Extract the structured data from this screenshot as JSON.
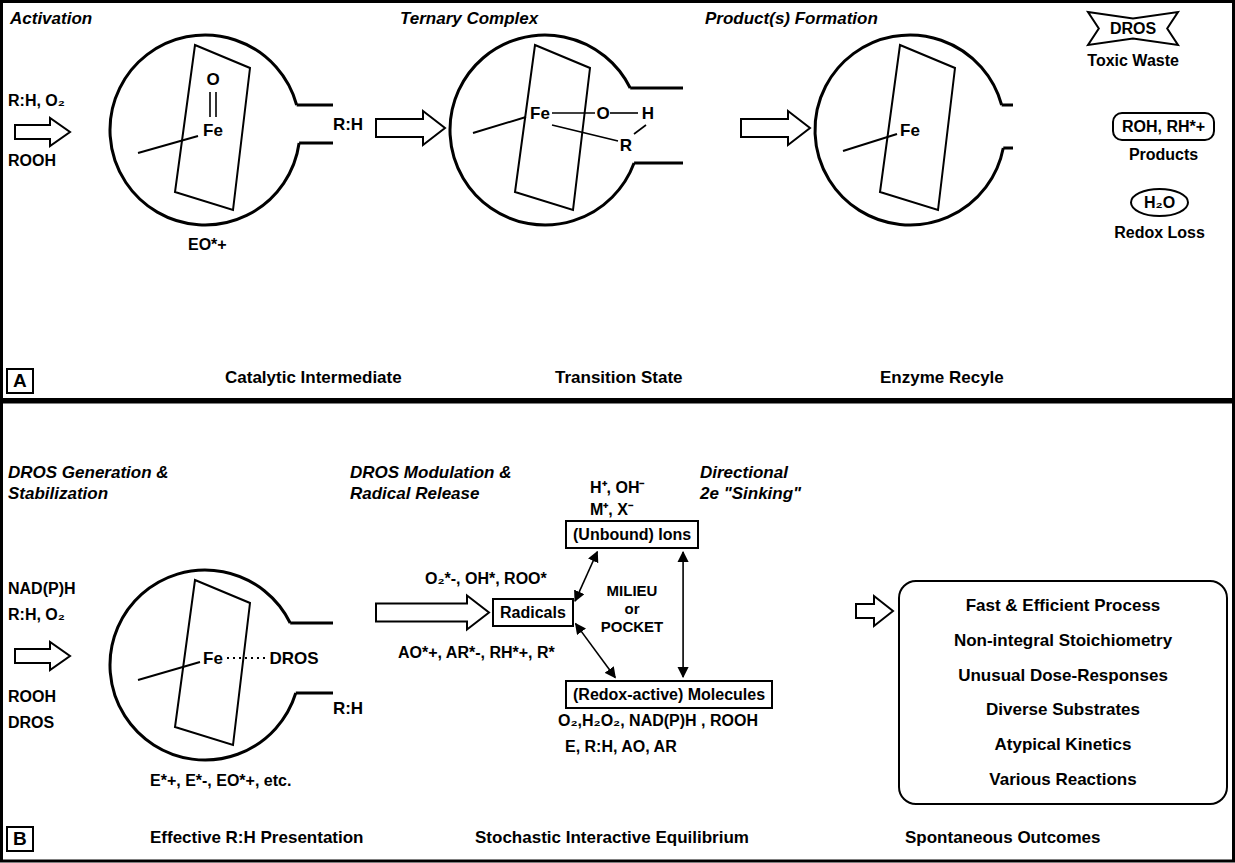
{
  "diagram": {
    "nodes": [
      {
        "text": [
          "Fe",
          "O",
          "R:H"
        ]
      },
      {
        "text": [
          "Fe",
          "O",
          "H",
          "R"
        ]
      },
      {
        "text": [
          "Fe"
        ]
      },
      {
        "text": [
          "DROS",
          "Toxic Waste"
        ]
      },
      {
        "text": [
          "ROH, RH*+",
          "Products"
        ]
      },
      {
        "text": [
          "H₂O",
          "Redox Loss"
        ]
      },
      {
        "text": [
          "Fe",
          "DROS",
          "R:H"
        ]
      },
      {
        "text": [
          "Radicals"
        ]
      },
      {
        "text": [
          "(Unbound) Ions"
        ]
      },
      {
        "text": [
          "(Redox-active) Molecules"
        ]
      },
      {
        "text": [
          "Fast & Efficient Process",
          "Non-integral Stoichiometry",
          "Unusual Dose-Responses",
          "Diverse Substrates",
          "Atypical Kinetics",
          "Various Reactions"
        ]
      }
    ],
    "edges": [
      {
        "from": 0,
        "to": 1,
        "arrow": "to"
      },
      {
        "from": 1,
        "to": 2,
        "arrow": "to"
      },
      {
        "from": 6,
        "to": 7,
        "arrow": "to"
      },
      {
        "from": 7,
        "to": 8,
        "arrow": "both"
      },
      {
        "from": 7,
        "to": 9,
        "arrow": "both"
      },
      {
        "from": 8,
        "to": 9,
        "arrow": "both"
      }
    ],
    "labels": [
      "Activation",
      "Ternary Complex",
      "Product(s) Formation",
      "R:H, O₂",
      "ROOH",
      "EO*+",
      "A",
      "Catalytic Intermediate",
      "Transition State",
      "Enzyme Recyle",
      "DROS Generation & Stabilization",
      "DROS Modulation & Radical Release",
      "Directional 2e \"Sinking\"",
      "NAD(P)H",
      "R:H, O₂",
      "ROOH",
      "DROS",
      "E*+, E*-, EO*+, etc.",
      "O₂*-, OH*, ROO*",
      "AO*+, AR*-, RH*+, R*",
      "H⁺, OH⁻",
      "M⁺, X⁻",
      "MILIEU or POCKET",
      "O₂,H₂O₂, NAD(P)H , ROOH",
      "E, R:H, AO, AR",
      "B",
      "Effective R:H Presentation",
      "Stochastic Interactive Equilibrium",
      "Spontaneous Outcomes"
    ]
  }
}
